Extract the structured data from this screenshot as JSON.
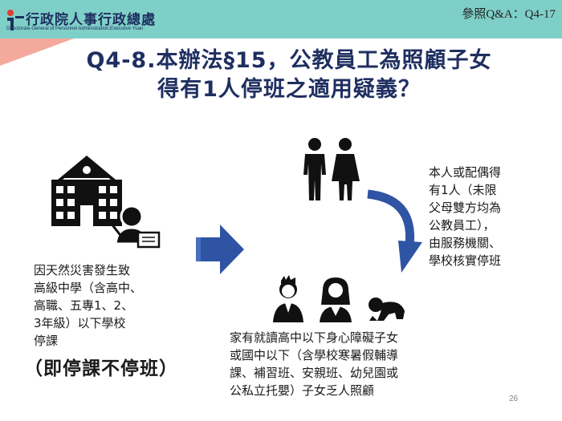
{
  "header": {
    "org_name": "行政院人事行政總處",
    "org_english": "Directorate-General of Personnel Administration,Executive Yuan",
    "reference": "參照Q&A：Q4-17"
  },
  "title": {
    "line1": "Q4-8.本辦法§15，公教員工為照顧子女",
    "line2": "得有1人停班之適用疑義？"
  },
  "left_text": {
    "lines": [
      "因天然災害發生致",
      "高級中學（含高中、",
      "高職、五專1、2、",
      "3年級）以下學校",
      "停課"
    ],
    "emphasis": "（即停課不停班）"
  },
  "right_text": {
    "lines": [
      "本人或配偶得",
      "有1人（未限",
      "父母雙方均為",
      "公教員工），",
      "由服務機關、",
      "學校核實停班"
    ]
  },
  "bottom_text": {
    "lines": [
      "家有就讀高中以下身心障礙子女",
      "或國中以下（含學校寒暑假輔導",
      "課、補習班、安親班、幼兒園或",
      "公私立托嬰）子女乏人照顧"
    ]
  },
  "page_number": "26",
  "icons": [
    "school-building-icon",
    "teacher-board-icon",
    "right-arrow-icon",
    "parents-icon",
    "curved-arrow-icon",
    "boy-icon",
    "girl-icon",
    "crawling-baby-icon"
  ],
  "colors": {
    "band": "#7ecfc7",
    "wedge": "#f4a99d",
    "title": "#1f2f60",
    "arrow": "#2f54a4",
    "icon": "#111111"
  }
}
